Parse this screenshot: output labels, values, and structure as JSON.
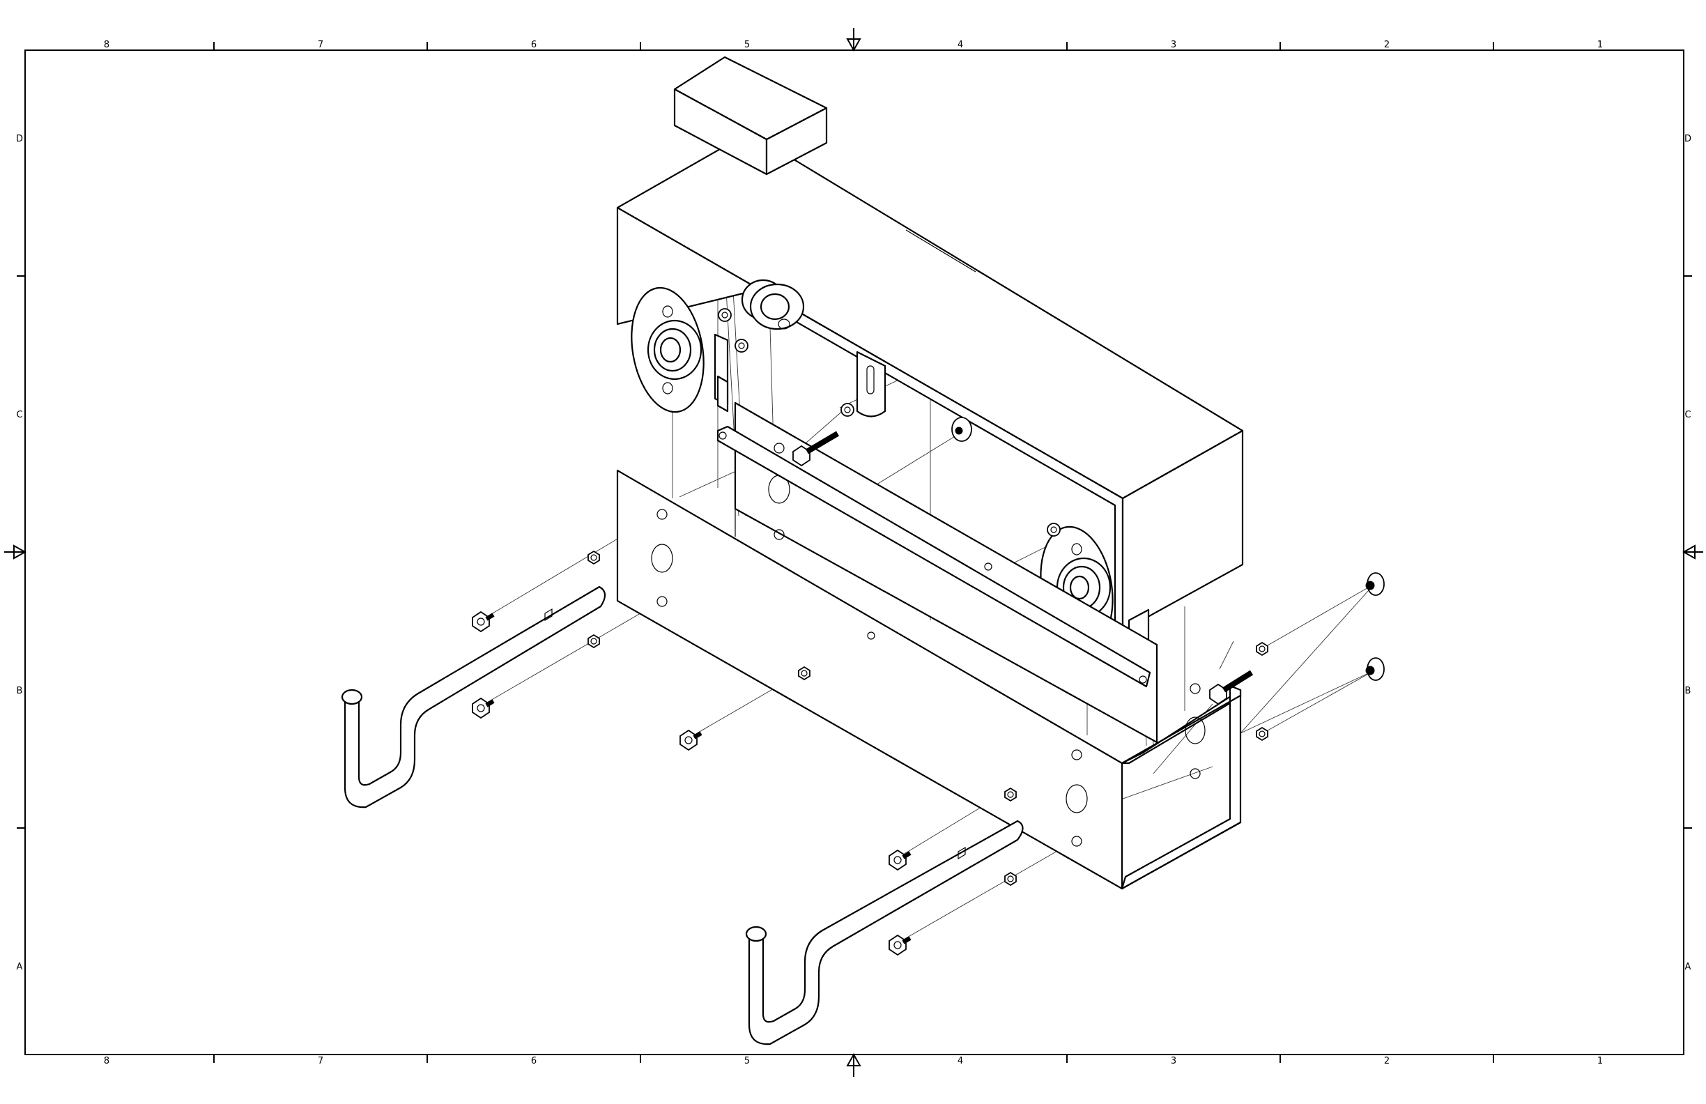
{
  "drawing": {
    "zones_horizontal": [
      "8",
      "7",
      "6",
      "5",
      "4",
      "3",
      "2",
      "1"
    ],
    "zones_vertical": [
      "D",
      "C",
      "B",
      "A"
    ],
    "line_color": "#000000",
    "background": "#ffffff"
  }
}
